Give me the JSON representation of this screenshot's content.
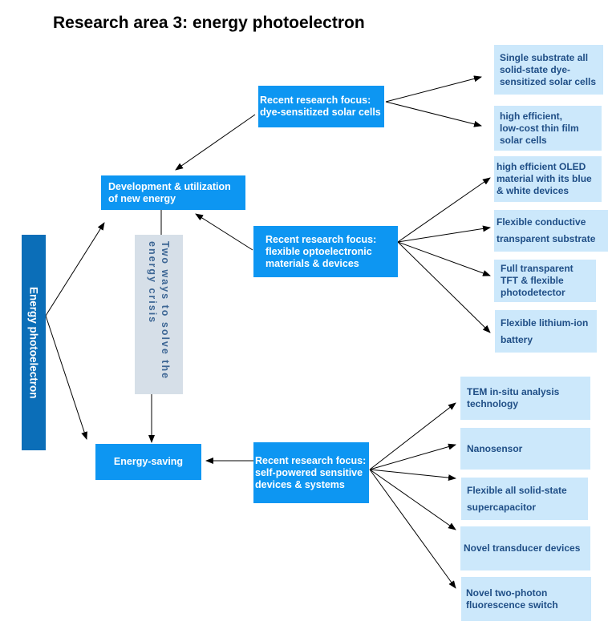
{
  "title": "Research area 3: energy photoelectron",
  "root": {
    "label": "Energy photoelectron"
  },
  "note": {
    "line1": "Two ways to solve the",
    "line2": "energy crisis"
  },
  "ways": {
    "development": {
      "line1": "Development & utilization",
      "line2": "of new energy"
    },
    "saving": {
      "label": "Energy-saving"
    }
  },
  "focus": {
    "dye": {
      "line1": "Recent research focus:",
      "line2": "dye-sensitized solar cells"
    },
    "flex": {
      "line1": "Recent research focus:",
      "line2": "flexible optoelectronic",
      "line3": "materials & devices"
    },
    "self": {
      "line1": "Recent research focus:",
      "line2": "self-powered sensitive",
      "line3": "devices & systems"
    }
  },
  "leaves": {
    "dye": [
      {
        "lines": [
          "Single substrate all",
          "solid-state dye-",
          "sensitized solar cells"
        ]
      },
      {
        "lines": [
          "high efficient,",
          "low-cost thin film",
          "solar cells"
        ]
      }
    ],
    "flex": [
      {
        "lines": [
          "high efficient OLED",
          "material with its blue",
          "& white devices"
        ]
      },
      {
        "lines": [
          "Flexible conductive",
          "transparent substrate"
        ]
      },
      {
        "lines": [
          "Full transparent",
          "TFT & flexible",
          "photodetector"
        ]
      },
      {
        "lines": [
          "Flexible lithium-ion",
          "battery"
        ]
      }
    ],
    "self": [
      {
        "lines": [
          "TEM in-situ analysis",
          "technology"
        ]
      },
      {
        "lines": [
          "Nanosensor"
        ]
      },
      {
        "lines": [
          "Flexible all solid-state",
          "supercapacitor"
        ]
      },
      {
        "lines": [
          "Novel transducer devices"
        ]
      },
      {
        "lines": [
          "Novel two-photon",
          "fluorescence switch"
        ]
      }
    ]
  },
  "colors": {
    "primary_box": "#0d96f2",
    "leaf_box": "#cce8fb",
    "leaf_text": "#1f4e86",
    "root_box": "#0b6eb8",
    "note_box": "#d6dfe8",
    "note_text": "#3d6694",
    "arrow": "#000000"
  }
}
